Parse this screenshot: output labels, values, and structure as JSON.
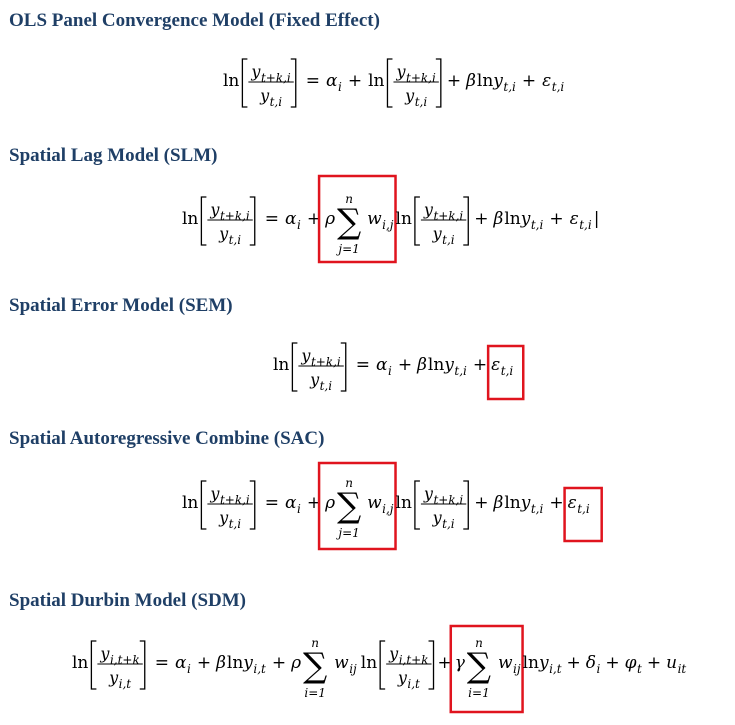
{
  "heading_color": "#1f3f66",
  "highlight_color": "#e0141e",
  "sections": [
    {
      "title": "OLS Panel Convergence Model (Fixed Effect)"
    },
    {
      "title": "Spatial Lag Model (SLM)"
    },
    {
      "title": "Spatial Error Model (SEM)"
    },
    {
      "title": "Spatial Autoregressive Combine (SAC)"
    },
    {
      "title": "Spatial Durbin Model (SDM)"
    }
  ],
  "symbols": {
    "ln": "ln",
    "y": "y",
    "sub_tk_i": "t+k,i",
    "sub_t_i": "t,i",
    "sub_i_tk": "i,t+k",
    "sub_i_t": "i,t",
    "eq": "=",
    "plus": "+",
    "alpha": "α",
    "alpha_sub": "i",
    "beta": "β",
    "rho": "ρ",
    "gamma": "γ",
    "sigma": "∑",
    "upper_n": "n",
    "lower_j1": "j=1",
    "lower_i1": "i=1",
    "w": "w",
    "w_ij_comma": "i,j",
    "w_ij": "ij",
    "epsilon": "ε",
    "eps_sub": "t,i",
    "delta": "δ",
    "delta_sub": "i",
    "phi": "φ",
    "phi_sub": "t",
    "u": "u",
    "u_sub": "it",
    "cursor": "|"
  }
}
